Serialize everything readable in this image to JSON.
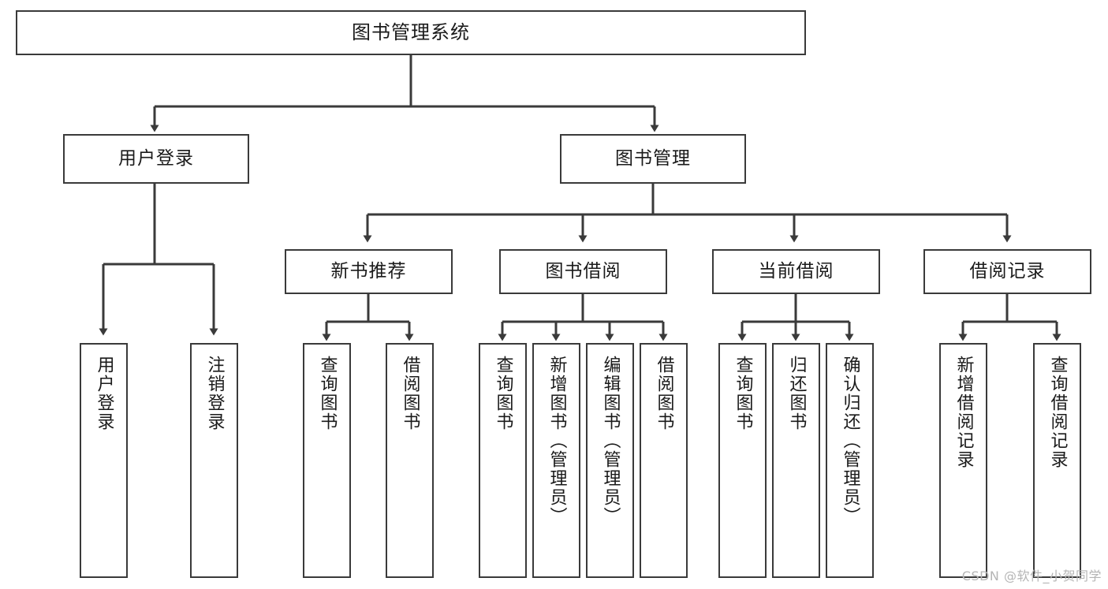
{
  "diagram": {
    "title": "图书管理系统",
    "type": "hierarchy-tree",
    "root": {
      "label": "图书管理系统"
    },
    "level2": [
      {
        "label": "用户登录"
      },
      {
        "label": "图书管理"
      }
    ],
    "level3": [
      {
        "label": "新书推荐"
      },
      {
        "label": "图书借阅"
      },
      {
        "label": "当前借阅"
      },
      {
        "label": "借阅记录"
      }
    ],
    "leaves": {
      "user_login": [
        {
          "label": "用户登录"
        },
        {
          "label": "注销登录"
        }
      ],
      "new_book_recommend": [
        {
          "label": "查询图书"
        },
        {
          "label": "借阅图书"
        }
      ],
      "book_borrow": [
        {
          "label": "查询图书"
        },
        {
          "label": "新增图书（管理员）"
        },
        {
          "label": "编辑图书（管理员）"
        },
        {
          "label": "借阅图书"
        }
      ],
      "current_borrow": [
        {
          "label": "查询图书"
        },
        {
          "label": "归还图书"
        },
        {
          "label": "确认归还（管理员）"
        }
      ],
      "borrow_record": [
        {
          "label": "新增借阅记录"
        },
        {
          "label": "查询借阅记录"
        }
      ]
    }
  },
  "watermark": {
    "text": "CSDN @软件_小贺同学"
  },
  "colors": {
    "stroke": "#3a3a3a",
    "background": "#ffffff",
    "text": "#1a1a1a",
    "watermark": "#b5b5b5"
  }
}
